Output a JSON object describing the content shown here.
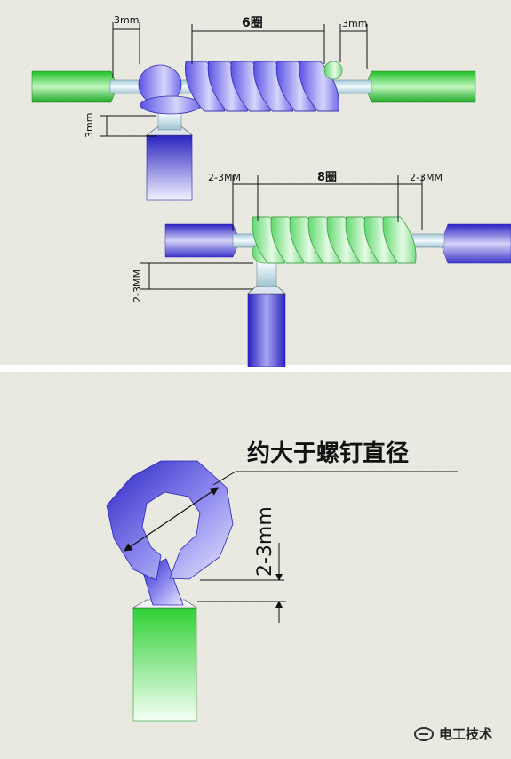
{
  "panel1": {
    "left_gap": "3mm",
    "turns": "6圈",
    "right_gap": "3mm",
    "vertical_gap": "3mm"
  },
  "panel2": {
    "left_gap": "2-3MM",
    "turns": "8圈",
    "right_gap": "2-3MM",
    "vertical_gap": "2-3MM"
  },
  "panel3": {
    "annotation": "约大于螺钉直径",
    "gap": "2-3mm"
  },
  "watermark": {
    "text": "电工技术"
  },
  "colors": {
    "panel_bg": "#e8e8e0",
    "divider": "#ffffff",
    "green": "#39d43f",
    "blue": "#3b33c8",
    "coil_blue": "#7a7af0",
    "coil_green": "#8ee59a",
    "core_wire": "#cfe6ee"
  }
}
